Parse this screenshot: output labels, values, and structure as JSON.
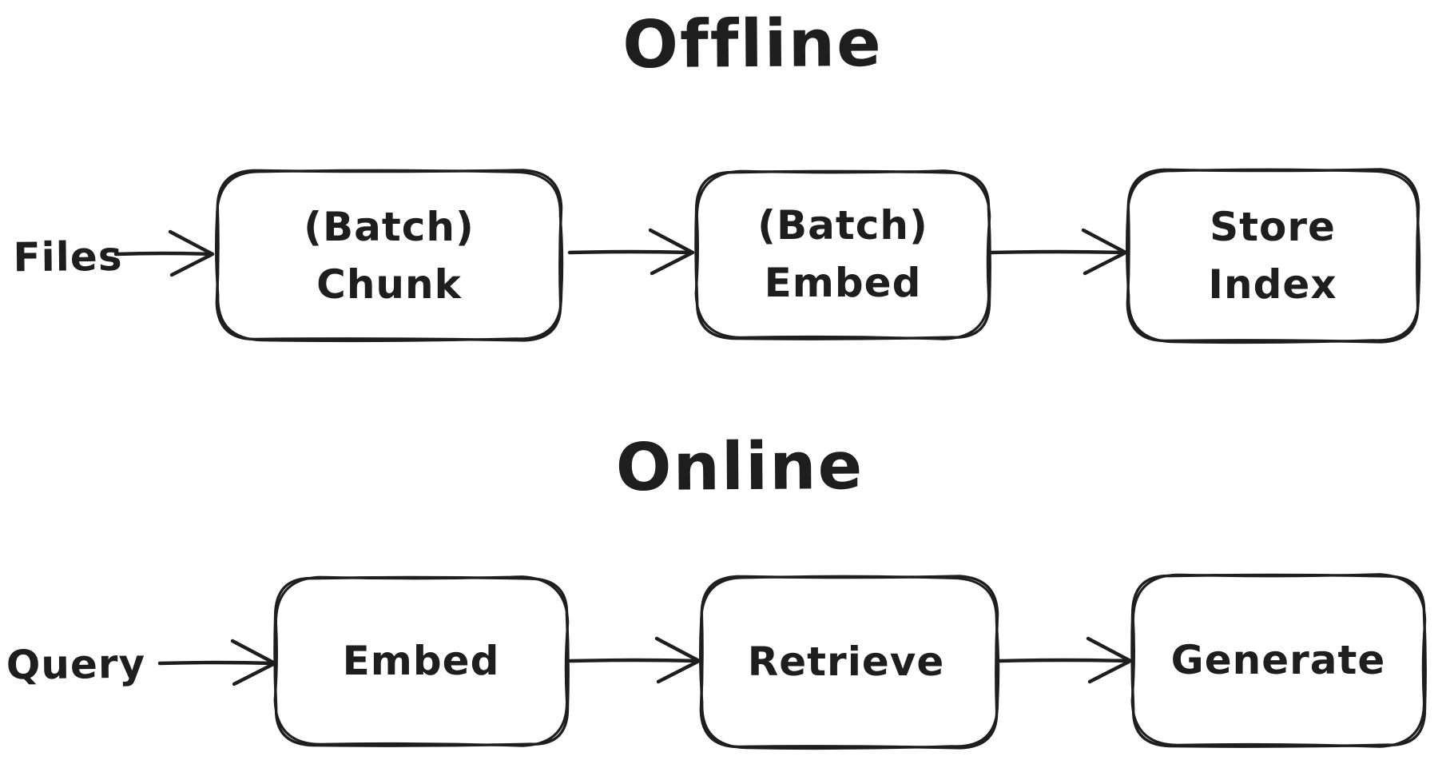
{
  "canvas": {
    "background": "#ffffff",
    "ink": "#1e1e1e"
  },
  "offline": {
    "title": "Offline",
    "input_label": "Files",
    "nodes": [
      {
        "label": "(Batch)\nChunk"
      },
      {
        "label": "(Batch)\nEmbed"
      },
      {
        "label": "Store\nIndex"
      }
    ],
    "connections": [
      {
        "from": "Files",
        "to": "(Batch) Chunk"
      },
      {
        "from": "(Batch) Chunk",
        "to": "(Batch) Embed"
      },
      {
        "from": "(Batch) Embed",
        "to": "Store Index"
      }
    ]
  },
  "online": {
    "title": "Online",
    "input_label": "Query",
    "nodes": [
      {
        "label": "Embed"
      },
      {
        "label": "Retrieve"
      },
      {
        "label": "Generate"
      }
    ],
    "connections": [
      {
        "from": "Query",
        "to": "Embed"
      },
      {
        "from": "Embed",
        "to": "Retrieve"
      },
      {
        "from": "Retrieve",
        "to": "Generate"
      }
    ]
  }
}
